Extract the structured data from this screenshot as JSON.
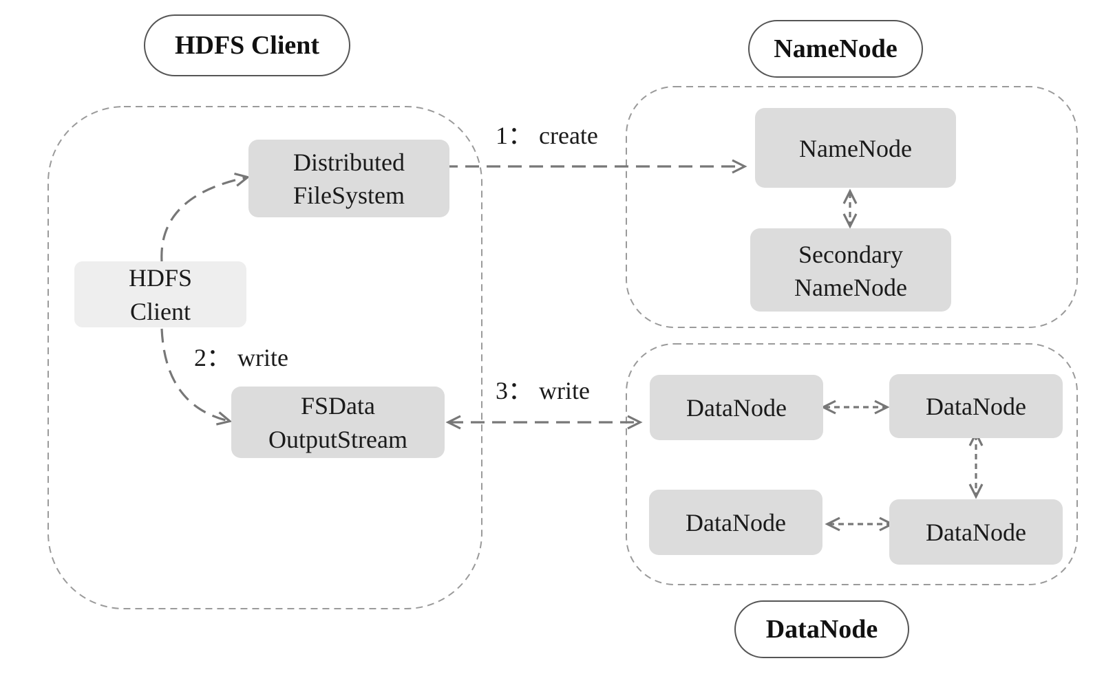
{
  "colors": {
    "node_fill": "#dcdcdc",
    "client_fill": "#eeeeee",
    "arrow": "#777777",
    "group_border": "#9a9a9a",
    "pill_border": "#555555"
  },
  "group_titles": {
    "client": "HDFS Client",
    "namenode": "NameNode",
    "datanode": "DataNode"
  },
  "nodes": {
    "hdfs_client": [
      "HDFS",
      "Client"
    ],
    "distributed_fs": [
      "Distributed",
      "FileSystem"
    ],
    "fsdata_output": [
      "FSData",
      "OutputStream"
    ],
    "namenode": [
      "NameNode"
    ],
    "secondary_namenode": [
      "Secondary",
      "NameNode"
    ],
    "datanode_1": [
      "DataNode"
    ],
    "datanode_2": [
      "DataNode"
    ],
    "datanode_3": [
      "DataNode"
    ],
    "datanode_4": [
      "DataNode"
    ]
  },
  "edges": [
    {
      "id": "create",
      "from": "distributed_fs",
      "to": "namenode",
      "label": "1： create"
    },
    {
      "id": "client-write",
      "from": "hdfs_client",
      "to": "fsdata_output",
      "label": "2： write"
    },
    {
      "id": "client-fs",
      "from": "hdfs_client",
      "to": "distributed_fs",
      "label": ""
    },
    {
      "id": "stream-write",
      "from": "fsdata_output",
      "to": "datanode_1",
      "label": "3： write"
    },
    {
      "id": "nn-snn",
      "from": "namenode",
      "to": "secondary_namenode",
      "label": ""
    },
    {
      "id": "dn1-dn2",
      "from": "datanode_1",
      "to": "datanode_2",
      "label": ""
    },
    {
      "id": "dn2-dn4",
      "from": "datanode_2",
      "to": "datanode_4",
      "label": ""
    },
    {
      "id": "dn3-dn4",
      "from": "datanode_3",
      "to": "datanode_4",
      "label": ""
    }
  ]
}
